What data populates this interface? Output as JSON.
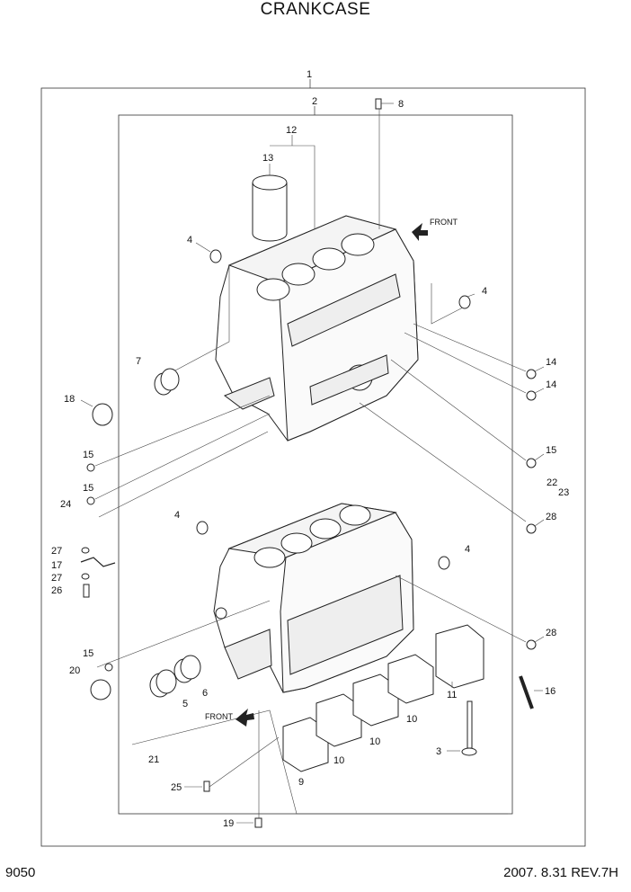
{
  "title": "CRANKCASE",
  "footer": {
    "page_code": "9050",
    "revision": "2007. 8.31  REV.7H"
  },
  "front_label": "FRONT",
  "callouts": {
    "n1": "1",
    "n2": "2",
    "n3": "3",
    "n4a": "4",
    "n4b": "4",
    "n4c": "4",
    "n4d": "4",
    "n5": "5",
    "n6": "6",
    "n7": "7",
    "n8": "8",
    "n9": "9",
    "n10a": "10",
    "n10b": "10",
    "n10c": "10",
    "n11": "11",
    "n12": "12",
    "n13": "13",
    "n14a": "14",
    "n14b": "14",
    "n15a": "15",
    "n15b": "15",
    "n15c": "15",
    "n15d": "15",
    "n16": "16",
    "n17": "17",
    "n18": "18",
    "n19": "19",
    "n20": "20",
    "n21": "21",
    "n22": "22",
    "n23": "23",
    "n24": "24",
    "n25": "25",
    "n26": "26",
    "n27a": "27",
    "n27b": "27",
    "n28a": "28",
    "n28b": "28"
  }
}
